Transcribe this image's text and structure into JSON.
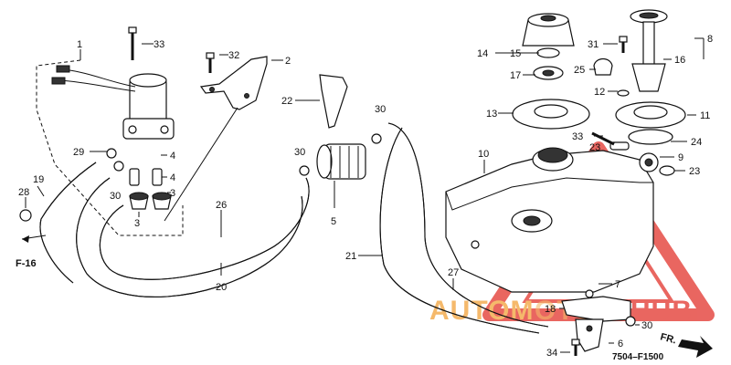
{
  "diagram": {
    "code": "7504–F1500",
    "ref_label": "F-16",
    "direction_label": "FR.",
    "watermark": {
      "text_left": "AUTOM",
      "text_mid": "OTO",
      "text_right": "HUB",
      "color_primary": "#e2332c",
      "color_secondary": "#f2a23a"
    },
    "callouts": {
      "c1": "1",
      "c2": "2",
      "c3a": "3",
      "c3b": "3",
      "c4a": "4",
      "c4b": "4",
      "c5": "5",
      "c6": "6",
      "c7": "7",
      "c8": "8",
      "c9": "9",
      "c10": "10",
      "c11": "11",
      "c12": "12",
      "c13": "13",
      "c14": "14",
      "c15": "15",
      "c16": "16",
      "c17": "17",
      "c18": "18",
      "c19": "19",
      "c20": "20",
      "c21": "21",
      "c22": "22",
      "c23a": "23",
      "c23b": "23",
      "c24": "24",
      "c25": "25",
      "c26": "26",
      "c27": "27",
      "c28": "28",
      "c29": "29",
      "c30a": "30",
      "c30b": "30",
      "c30c": "30",
      "c31": "31",
      "c32": "32",
      "c33a": "33",
      "c33b": "33",
      "c34": "34"
    }
  }
}
